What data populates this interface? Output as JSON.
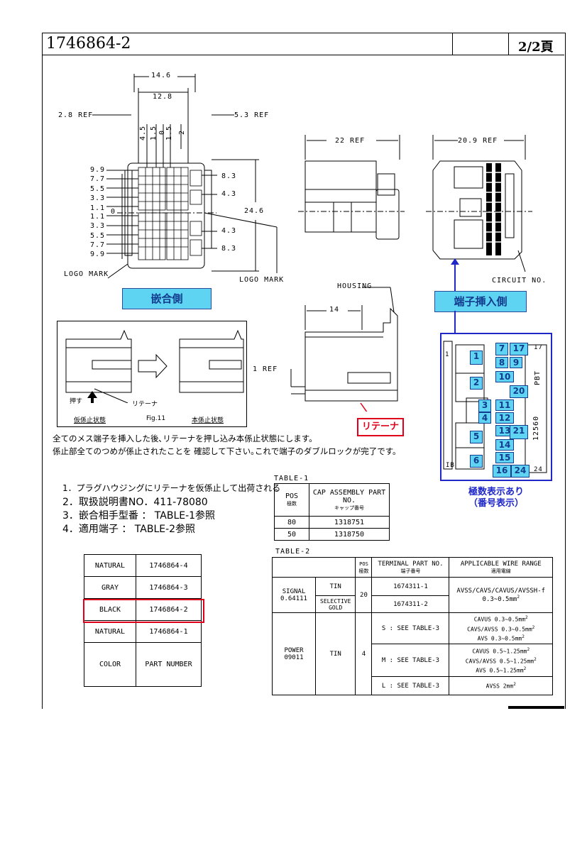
{
  "header": {
    "part_number": "1746864-2",
    "page": "2/2頁"
  },
  "front_view": {
    "dims_top": [
      "14.6",
      "12.8"
    ],
    "ref_left": "2.8 REF",
    "ref_right": "5.3 REF",
    "vertical_dims": [
      "4.5",
      "1.5",
      "0",
      "1.5",
      "2"
    ],
    "left_dims": [
      "9.9",
      "7.7",
      "5.5",
      "3.3",
      "1.1",
      "1.1",
      "3.3",
      "5.5",
      "7.7",
      "9.9"
    ],
    "left_zero": "0",
    "right_dims": [
      "8.3",
      "4.3",
      "4.3",
      "8.3"
    ],
    "height_dim": "24.6",
    "logo_mark_left": "LOGO MARK",
    "logo_mark_right": "LOGO MARK",
    "mating_side_label": "嵌合側"
  },
  "side_view": {
    "ref": "22 REF"
  },
  "rear_view": {
    "ref": "20.9 REF",
    "circuit_no": "CIRCUIT NO.",
    "terminal_side_label": "端子挿入側"
  },
  "housing_view": {
    "housing": "HOUSING",
    "dim": "14",
    "ref": "1 REF",
    "retainer": "リテーナ"
  },
  "figure": {
    "push": "押す",
    "retainer": "リテーナ",
    "temp_lock": "仮係止状態",
    "fig": "Fig.11",
    "full_lock": "本係止状態"
  },
  "notes": {
    "line1": "全てのメス端子を挿入した後､リテーナを押し込み本係止状態にします。",
    "line2": "係止部全てのつめが係止されたことを 確認して下さい｡これで端子のダブルロックが完了です。"
  },
  "numbered_notes": [
    "1．プラグハウジングにリテーナを仮係止して出荷される",
    "2．取扱説明書NO．411-78080",
    "3．嵌合相手型番 ： TABLE-1参照",
    "4．適用端子 ： TABLE-2参照"
  ],
  "inset": {
    "markers": [
      "17",
      "1",
      "IB",
      "24",
      "12560",
      "PBT"
    ],
    "numbers": [
      "7",
      "17",
      "1",
      "8",
      "9",
      "2",
      "10",
      "20",
      "3",
      "11",
      "4",
      "12",
      "5",
      "13",
      "21",
      "14",
      "6",
      "15",
      "16",
      "24"
    ],
    "caption_line1": "極数表示あり",
    "caption_line2": "（番号表示）"
  },
  "table1": {
    "title": "TABLE-1",
    "headers": {
      "pos": "POS",
      "pos_jp": "極数",
      "cap": "CAP ASSEMBLY PART NO.",
      "cap_jp": "キャップ番号"
    },
    "rows": [
      {
        "pos": "80",
        "part": "1318751"
      },
      {
        "pos": "50",
        "part": "1318750"
      }
    ]
  },
  "color_table": {
    "rows": [
      {
        "color": "NATURAL",
        "part": "1746864-4"
      },
      {
        "color": "GRAY",
        "part": "1746864-3"
      },
      {
        "color": "BLACK",
        "part": "1746864-2"
      },
      {
        "color": "NATURAL",
        "part": "1746864-1"
      }
    ],
    "header": {
      "color": "COLOR",
      "part": "PART NUMBER"
    }
  },
  "table2": {
    "title": "TABLE-2",
    "headers": {
      "pos": "POS",
      "pos_jp": "極数",
      "terminal": "TERMINAL PART NO.",
      "terminal_jp": "端子番号",
      "wire": "APPLICABLE WIRE RANGE",
      "wire_jp": "適用電線"
    },
    "signal": {
      "name": "SIGNAL 0.64111",
      "pos": "20",
      "tin": "TIN",
      "tin_part": "1674311-1",
      "gold": "SELECTIVE GOLD",
      "gold_part": "1674311-2",
      "wire": "AVSS/CAVS/CAVUS/AVSSH-f 0.3~0.5mm"
    },
    "power": {
      "name": "POWER 09011",
      "plating": "TIN",
      "pos": "4",
      "rows": [
        {
          "terminal": "S : SEE TABLE-3",
          "wire": [
            "CAVUS 0.3~0.5mm",
            "CAVS/AVSS 0.3~0.5mm",
            "AVS 0.3~0.5mm"
          ]
        },
        {
          "terminal": "M : SEE TABLE-3",
          "wire": [
            "CAVUS 0.5~1.25mm",
            "CAVS/AVSS 0.5~1.25mm",
            "AVS 0.5~1.25mm"
          ]
        },
        {
          "terminal": "L : SEE TABLE-3",
          "wire": [
            "AVSS 2mm"
          ]
        }
      ]
    }
  },
  "colors": {
    "cyan": "#5fd4f2",
    "blue": "#1f27c7",
    "red": "#e0001b"
  }
}
